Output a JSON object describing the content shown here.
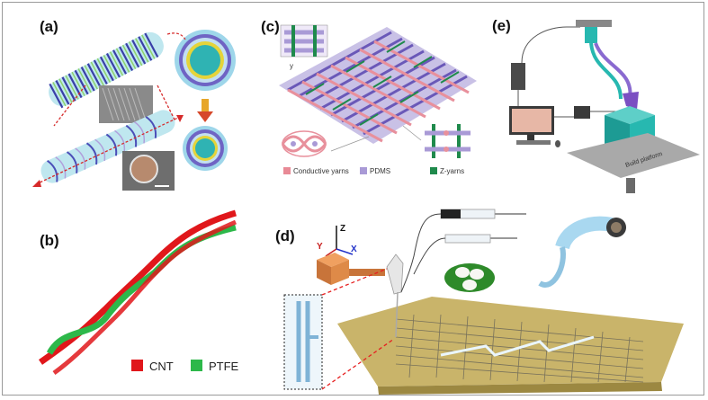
{
  "panels": {
    "a": {
      "label": "(a)"
    },
    "b": {
      "label": "(b)",
      "legend": [
        {
          "name": "CNT",
          "color": "#e0171b"
        },
        {
          "name": "PTFE",
          "color": "#2db84a"
        }
      ]
    },
    "c": {
      "label": "(c)",
      "legend": [
        {
          "name": "Conductive yarns",
          "color": "#e88a96"
        },
        {
          "name": "PDMS",
          "color": "#a99ad6"
        },
        {
          "name": "Z-yarns",
          "color": "#1f8a4c"
        }
      ]
    },
    "d": {
      "label": "(d)",
      "axes": {
        "z": "Z",
        "y": "Y",
        "x": "X"
      }
    },
    "e": {
      "label": "(e)",
      "platform": "Build platform"
    }
  },
  "colors": {
    "frame": "#9a9a9a",
    "cnt_red": "#e0171b",
    "ptfe_green": "#2db84a",
    "teal": "#27b8b0",
    "purple": "#8a6ad0",
    "substrate": "#c9b46a"
  }
}
